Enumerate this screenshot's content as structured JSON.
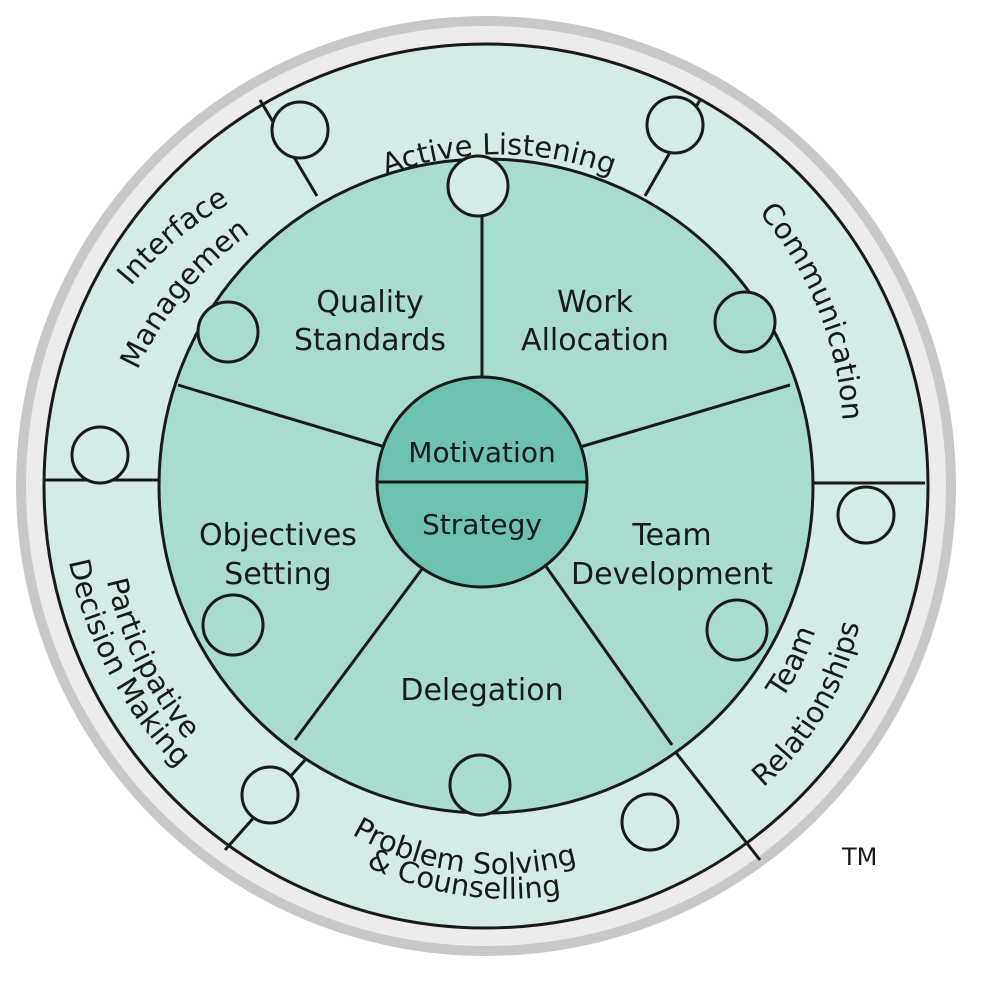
{
  "center": {
    "top": "Motivation",
    "bottom": "Strategy"
  },
  "inner_segments": [
    {
      "lines": [
        "Quality",
        "Standards"
      ]
    },
    {
      "lines": [
        "Work",
        "Allocation"
      ]
    },
    {
      "lines": [
        "Team",
        "Development"
      ]
    },
    {
      "lines": [
        "Delegation"
      ]
    },
    {
      "lines": [
        "Objectives",
        "Setting"
      ]
    }
  ],
  "outer_segments": [
    {
      "lines": [
        "Active Listening"
      ]
    },
    {
      "lines": [
        "Communication"
      ]
    },
    {
      "lines": [
        "Team",
        "Relationships"
      ]
    },
    {
      "lines": [
        "Problem Solving",
        "& Counselling"
      ]
    },
    {
      "lines": [
        "Participative",
        "Decision Making"
      ]
    },
    {
      "lines": [
        "Interface",
        "Management"
      ]
    }
  ],
  "trademark": "TM",
  "colors": {
    "outer_rim": "#c8c8c8",
    "outer_ring": "#d4ebe7",
    "inner_wheel": "#a8dcd1",
    "center_hub": "#6ec2b2",
    "stroke": "#1a1a1a"
  }
}
